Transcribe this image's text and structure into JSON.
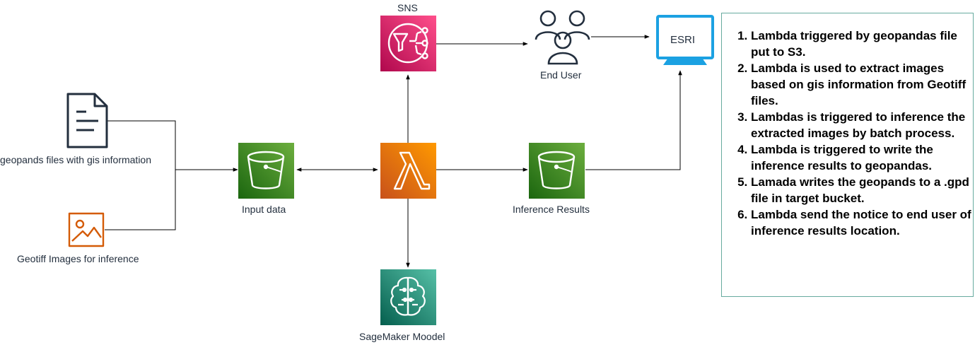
{
  "nodes": {
    "sns": {
      "label": "SNS",
      "color": "#e7157b"
    },
    "end_user": {
      "label": "End User",
      "color": "#232f3e"
    },
    "esri": {
      "label": "ESRI",
      "color": "#1ba1e2"
    },
    "geopandas_files": {
      "label": "geopands files with gis information",
      "color": "#232f3e"
    },
    "geotiff_images": {
      "label": "Geotiff Images for inference",
      "color": "#d45b07"
    },
    "input_data": {
      "label": "Input data",
      "color": "#3f8624"
    },
    "lambda": {
      "color": "#ed7100"
    },
    "inference_results": {
      "label": "Inference Results",
      "color": "#3f8624"
    },
    "sagemaker": {
      "label": "SageMaker Moodel",
      "color": "#01a88d"
    }
  },
  "notes": {
    "steps": [
      "Lambda triggered by geopandas file put to S3.",
      "Lambda is used to extract images based on gis information from Geotiff files.",
      "Lambdas is triggered to inference the extracted images by batch process.",
      "Lambda is triggered to write the inference results to geopandas.",
      "Lamada writes the geopands to a .gpd file in target bucket.",
      "Lambda send the notice to end user of inference results location."
    ]
  }
}
